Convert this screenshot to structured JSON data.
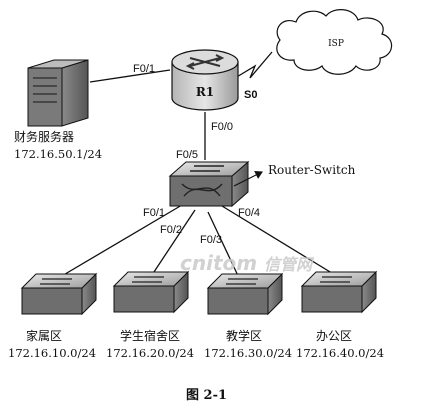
{
  "isp": {
    "label": "ISP"
  },
  "router": {
    "label": "R1",
    "ports": {
      "f01": "F0/1",
      "s0": "S0",
      "f00": "F0/0"
    }
  },
  "server": {
    "name": "财务服务器",
    "ip": "172.16.50.1/24"
  },
  "core_switch": {
    "label": "Router-Switch",
    "ports": {
      "f05": "F0/5",
      "f01": "F0/1",
      "f02": "F0/2",
      "f03": "F0/3",
      "f04": "F0/4"
    }
  },
  "zones": [
    {
      "name": "家属区",
      "subnet": "172.16.10.0/24"
    },
    {
      "name": "学生宿舍区",
      "subnet": "172.16.20.0/24"
    },
    {
      "name": "教学区",
      "subnet": "172.16.30.0/24"
    },
    {
      "name": "办公区",
      "subnet": "172.16.40.0/24"
    }
  ],
  "caption": "图 2-1",
  "watermark": {
    "brand": "cnitom",
    "cn": "信管网"
  }
}
